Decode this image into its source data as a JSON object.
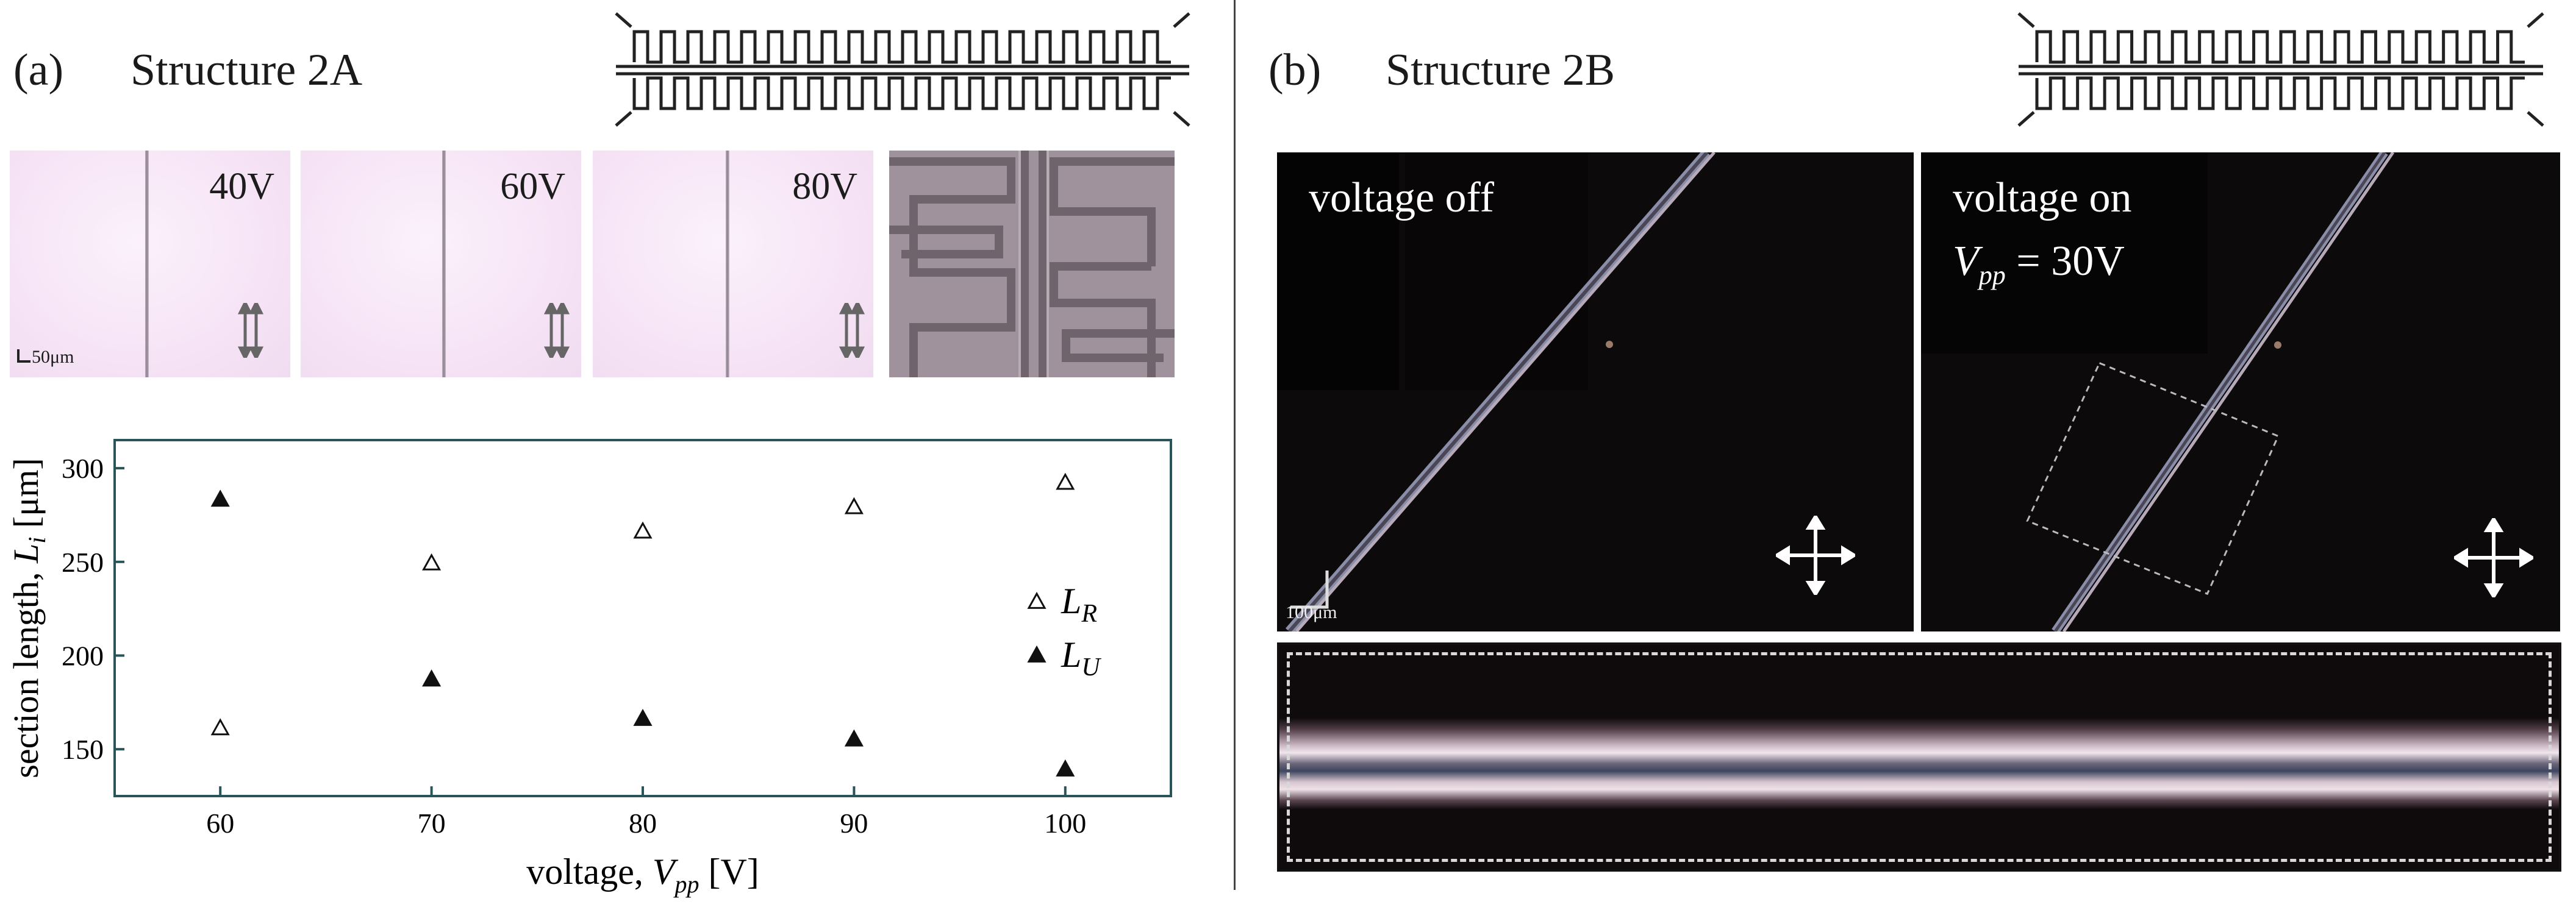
{
  "panel_a": {
    "label": "(a)",
    "title": "Structure 2A",
    "tiles": [
      {
        "voltage": "40V"
      },
      {
        "voltage": "60V"
      },
      {
        "voltage": "80V"
      }
    ],
    "scale_bar": "50μm"
  },
  "panel_b": {
    "label": "(b)",
    "title": "Structure 2B",
    "off_label": "voltage off",
    "on_label": "voltage on",
    "on_voltage_var": "V",
    "on_voltage_sub": "pp",
    "on_voltage_value": " = 30V",
    "scale_bar": "100μm"
  },
  "chart_data": {
    "type": "scatter",
    "x_ticks": [
      "60",
      "70",
      "80",
      "90",
      "100"
    ],
    "y_ticks": [
      "150",
      "200",
      "250",
      "300"
    ],
    "xlim": [
      55,
      105
    ],
    "ylim": [
      125,
      315
    ],
    "xlabel_main": "voltage, ",
    "xlabel_var": "V",
    "xlabel_sub": "pp",
    "xlabel_unit": " [V]",
    "ylabel_main": "section length, ",
    "ylabel_var": "L",
    "ylabel_sub": "i",
    "ylabel_unit": " [μm]",
    "series": [
      {
        "name_var": "L",
        "name_sub": "R",
        "marker": "open-triangle",
        "x": [
          60,
          70,
          80,
          90,
          100
        ],
        "y": [
          161,
          249,
          266,
          279,
          292
        ]
      },
      {
        "name_var": "L",
        "name_sub": "U",
        "marker": "filled-triangle",
        "x": [
          60,
          70,
          80,
          90,
          100
        ],
        "y": [
          283,
          187,
          166,
          155,
          139
        ]
      }
    ]
  }
}
